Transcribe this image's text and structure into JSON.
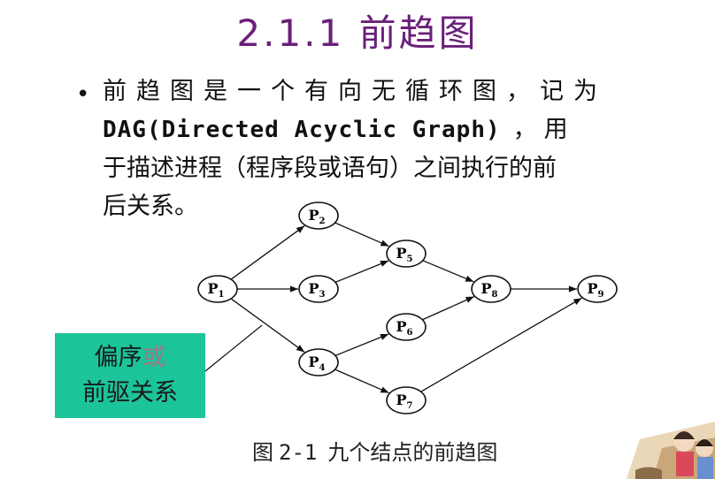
{
  "title": "2.1.1  前趋图",
  "bullet": {
    "line1": "前趋图是一个有向无循环图，记为",
    "line2_code": "DAG(Directed Acyclic Graph)",
    "line2_rest": "，用",
    "line3": "于描述进程（程序段或语句）之间执行的前",
    "line4": "后关系。"
  },
  "callout": {
    "line1_main": "偏序",
    "line1_dim": "或",
    "line2": "前驱关系"
  },
  "caption": {
    "prefix": "图",
    "number": "2-1",
    "text": "九个结点的前趋图"
  },
  "diagram": {
    "nodes": [
      {
        "id": "P1",
        "letter": "P",
        "sub": "1"
      },
      {
        "id": "P2",
        "letter": "P",
        "sub": "2"
      },
      {
        "id": "P3",
        "letter": "P",
        "sub": "3"
      },
      {
        "id": "P4",
        "letter": "P",
        "sub": "4"
      },
      {
        "id": "P5",
        "letter": "P",
        "sub": "5"
      },
      {
        "id": "P6",
        "letter": "P",
        "sub": "6"
      },
      {
        "id": "P7",
        "letter": "P",
        "sub": "7"
      },
      {
        "id": "P8",
        "letter": "P",
        "sub": "8"
      },
      {
        "id": "P9",
        "letter": "P",
        "sub": "9"
      }
    ],
    "edges": [
      [
        "P1",
        "P2"
      ],
      [
        "P1",
        "P3"
      ],
      [
        "P1",
        "P4"
      ],
      [
        "P2",
        "P5"
      ],
      [
        "P3",
        "P5"
      ],
      [
        "P4",
        "P6"
      ],
      [
        "P4",
        "P7"
      ],
      [
        "P5",
        "P8"
      ],
      [
        "P6",
        "P8"
      ],
      [
        "P8",
        "P9"
      ],
      [
        "P7",
        "P9"
      ]
    ]
  }
}
